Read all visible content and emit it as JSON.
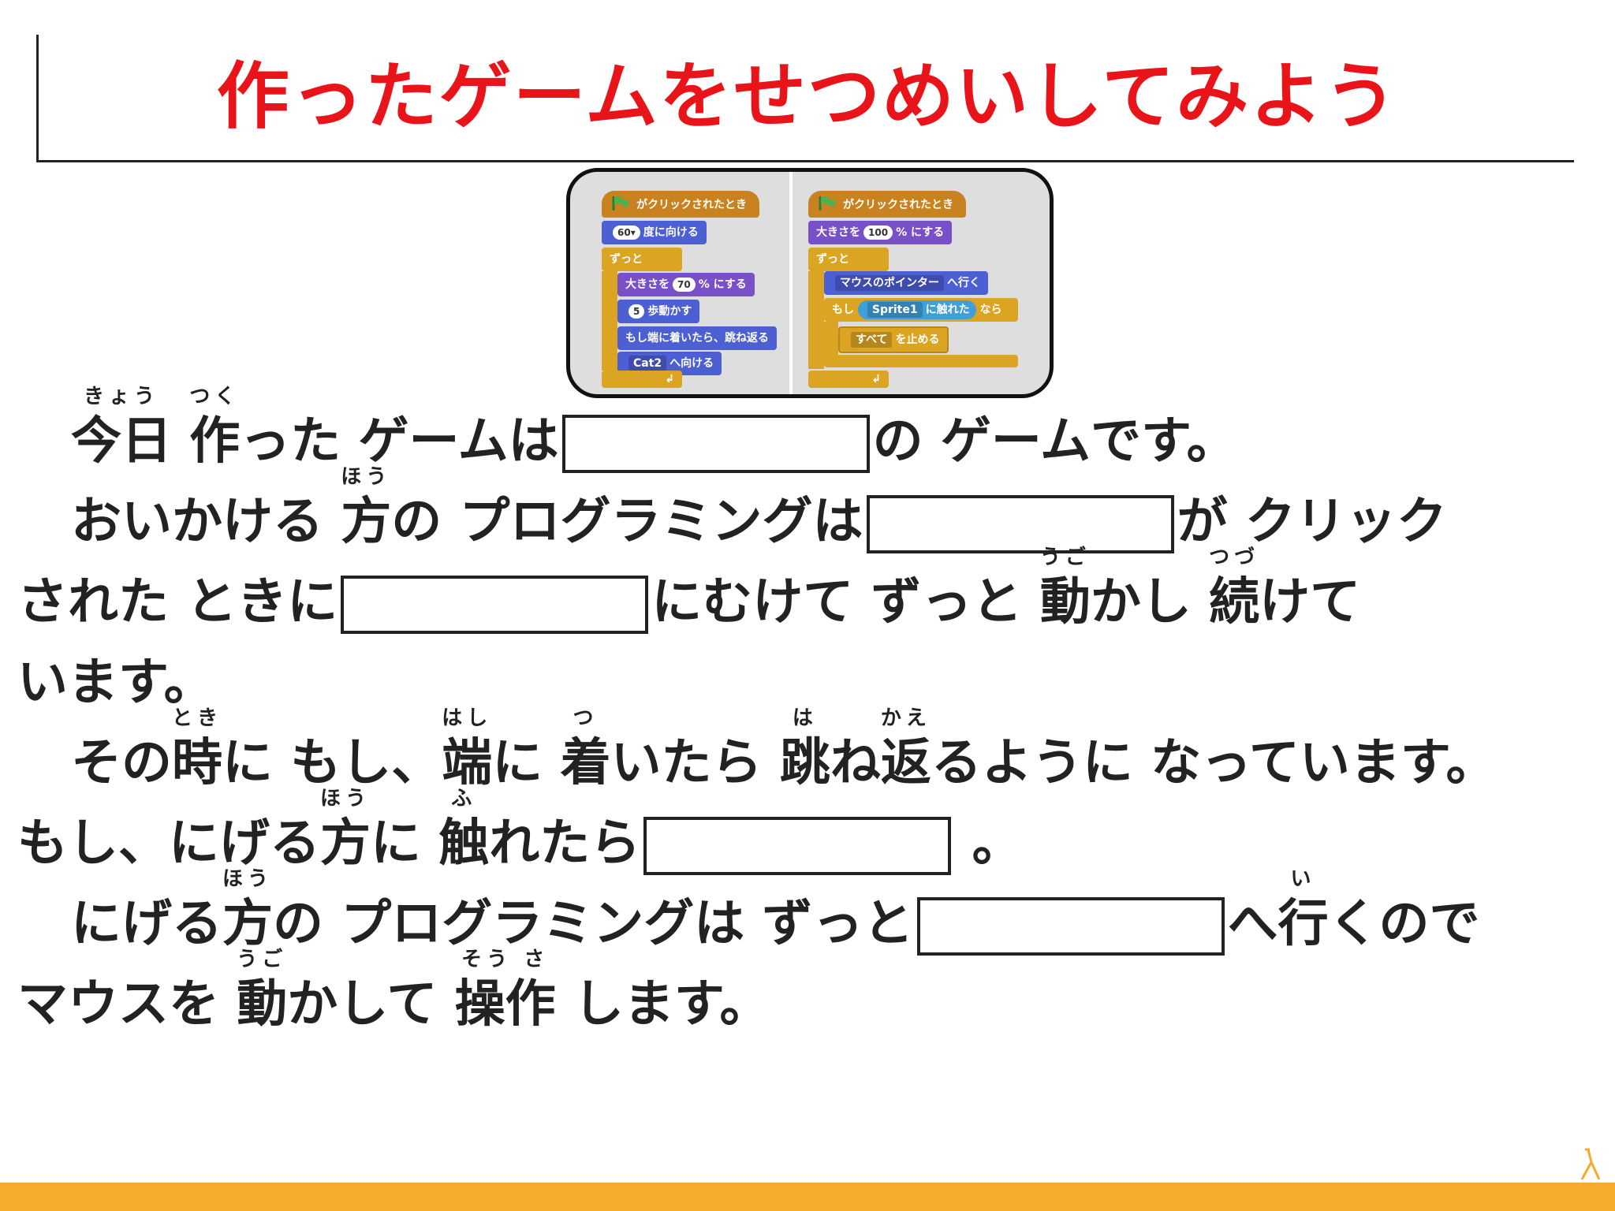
{
  "title": "作ったゲームをせつめいしてみよう",
  "scratch_left": {
    "hat": "がクリックされたとき",
    "point_dir_value": "60▾",
    "point_dir_label": "度に向ける",
    "forever": "ずっと",
    "size_label": "大きさを",
    "size_value": "70",
    "size_suffix": "% にする",
    "move_value": "5",
    "move_label": "歩動かす",
    "bounce": "もし端に着いたら、跳ね返る",
    "point_to_value": "Cat2",
    "point_to_label": "へ向ける",
    "end_arrow": "↲"
  },
  "scratch_right": {
    "hat": "がクリックされたとき",
    "size_label": "大きさを",
    "size_value": "100",
    "size_suffix": "% にする",
    "forever": "ずっと",
    "goto_value": "マウスのポインター",
    "goto_label": "へ行く",
    "if_label": "もし",
    "touch_value": "Sprite1",
    "touch_label": "に触れた",
    "then_label": "なら",
    "stop_value": "すべて",
    "stop_label": "を止める",
    "end_arrow": "↲"
  },
  "ruby": {
    "kyou": "きょう",
    "tsuku": "つく",
    "hou": "ほう",
    "ugo": "うご",
    "tsuzu": "つづ",
    "toki": "とき",
    "hashi": "はし",
    "tsu": "つ",
    "ha": "は",
    "kae": "かえ",
    "fu": "ふ",
    "i": "い",
    "sou": "そう",
    "sa": "さ"
  },
  "text": {
    "l1_a": "今日",
    "l1_b": "作",
    "l1_c": "った ゲームは",
    "l1_d": "の ゲームです。",
    "l2_a": "おいかける ",
    "l2_b": "方",
    "l2_c": "の プログラミングは",
    "l2_d": "が クリック",
    "l3_a": "された ときに",
    "l3_b": "にむけて ずっと ",
    "l3_c": "動",
    "l3_d": "かし ",
    "l3_e": "続",
    "l3_f": "けて",
    "l4": "います。",
    "l5_a": "その",
    "l5_b": "時",
    "l5_c": "に もし、",
    "l5_d": "端",
    "l5_e": "に ",
    "l5_f": "着",
    "l5_g": "いたら ",
    "l5_h": "跳",
    "l5_i": "ね",
    "l5_j": "返",
    "l5_k": "るように なっています。",
    "l6_a": "もし、にげる",
    "l6_b": "方",
    "l6_c": "に ",
    "l6_d": "触",
    "l6_e": "れたら",
    "l6_f": " 。",
    "l7_a": "にげる",
    "l7_b": "方",
    "l7_c": "の プログラミングは ずっと",
    "l7_d": "へ",
    "l7_e": "行",
    "l7_f": "くので",
    "l8_a": "マウスを ",
    "l8_b": "動",
    "l8_c": "かして ",
    "l8_d": "操作",
    "l8_e": " します。"
  },
  "colors": {
    "title": "#e8141a",
    "footer": "#f5ab2c",
    "event_block": "#c88320",
    "control_block": "#dba523",
    "motion_block": "#4c5fd3",
    "looks_block": "#7850c8",
    "sensing_block": "#3f9fd8"
  }
}
